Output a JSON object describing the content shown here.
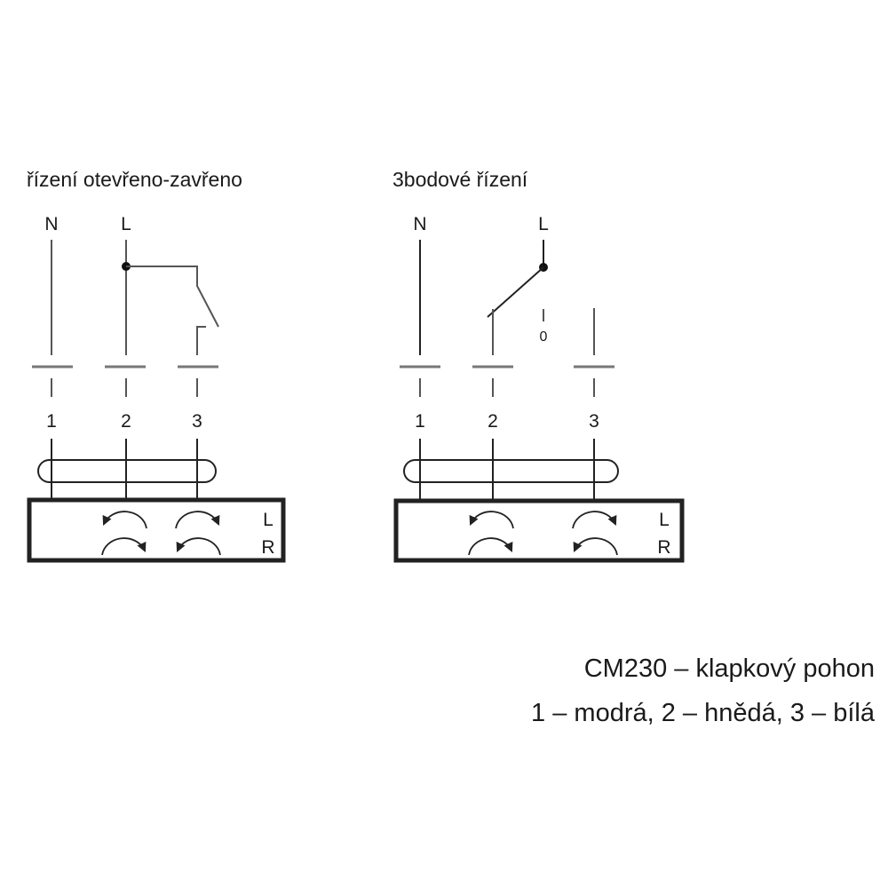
{
  "left_diagram": {
    "title": "řízení otevřeno-zavřeno",
    "supply_labels": [
      "N",
      "L"
    ],
    "terminals": [
      "1",
      "2",
      "3"
    ],
    "direction_labels": [
      "L",
      "R"
    ]
  },
  "right_diagram": {
    "title": "3bodové řízení",
    "supply_labels": [
      "N",
      "L"
    ],
    "switch_neutral_label": "0",
    "terminals": [
      "1",
      "2",
      "3"
    ],
    "direction_labels": [
      "L",
      "R"
    ]
  },
  "caption": {
    "line1": "CM230 – klapkový pohon",
    "line2": "1 – modrá, 2 – hnědá, 3 – bílá"
  }
}
